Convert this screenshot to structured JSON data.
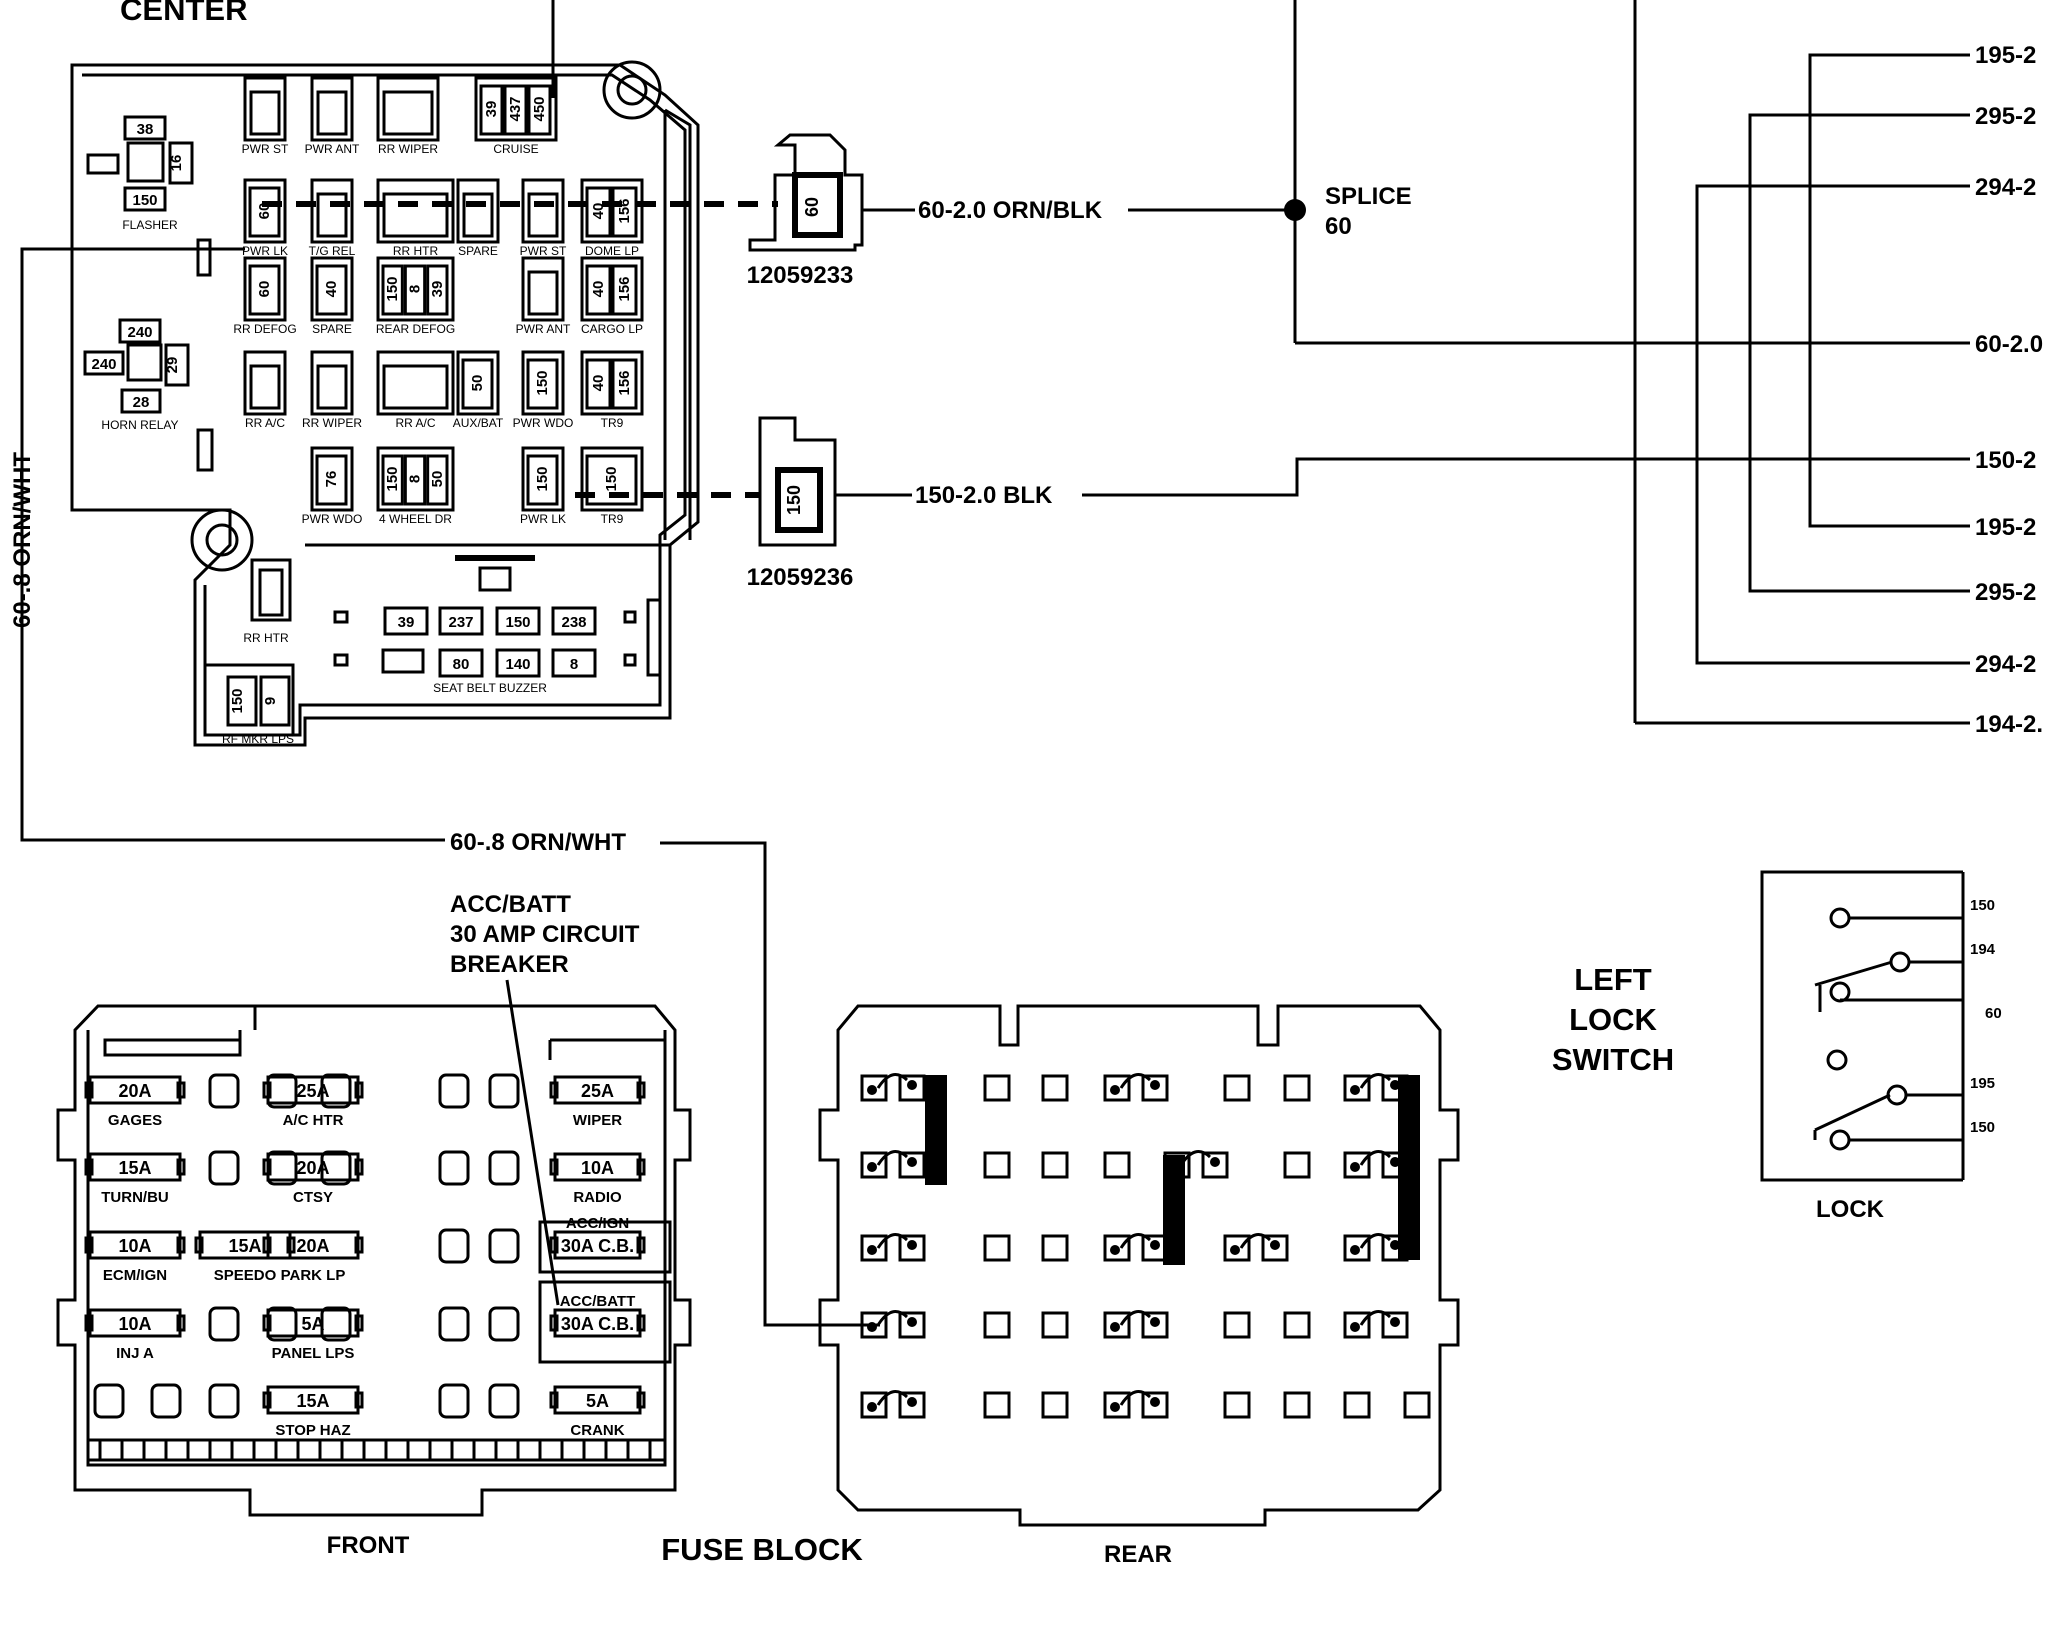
{
  "center_title": "CENTER",
  "relay_center": {
    "relays": [
      {
        "id": "38",
        "label": ""
      },
      {
        "id": "16",
        "label": ""
      },
      {
        "id": "150",
        "label": "FLASHER"
      },
      {
        "id": "240",
        "label": ""
      },
      {
        "id": "29",
        "label": ""
      },
      {
        "id": "28",
        "label": "HORN RELAY"
      }
    ],
    "rows": [
      [
        {
          "label": "PWR ST",
          "nums": []
        },
        {
          "label": "PWR ANT",
          "nums": []
        },
        {
          "label": "RR WIPER",
          "nums": []
        },
        {
          "label": "CRUISE",
          "nums": [
            "39",
            "437",
            "450"
          ]
        }
      ],
      [
        {
          "label": "PWR LK",
          "nums": [
            "60"
          ]
        },
        {
          "label": "T/G REL",
          "nums": []
        },
        {
          "label": "RR HTR",
          "nums": []
        },
        {
          "label": "SPARE",
          "nums": []
        },
        {
          "label": "PWR ST",
          "nums": []
        },
        {
          "label": "DOME LP",
          "nums": [
            "40",
            "156"
          ]
        }
      ],
      [
        {
          "label": "RR DEFOG",
          "nums": [
            "60"
          ]
        },
        {
          "label": "SPARE",
          "nums": [
            "40"
          ]
        },
        {
          "label": "REAR DEFOG",
          "nums": [
            "150",
            "8",
            "39"
          ]
        },
        {
          "label": "PWR ANT",
          "nums": []
        },
        {
          "label": "CARGO LP",
          "nums": [
            "40",
            "156"
          ]
        }
      ],
      [
        {
          "label": "RR A/C",
          "nums": []
        },
        {
          "label": "RR WIPER",
          "nums": []
        },
        {
          "label": "RR A/C",
          "nums": []
        },
        {
          "label": "AUX/BAT",
          "nums": [
            "50"
          ]
        },
        {
          "label": "PWR WDO",
          "nums": [
            "150"
          ]
        },
        {
          "label": "TR9",
          "nums": [
            "40",
            "156"
          ]
        }
      ],
      [
        {
          "label": "PWR WDO",
          "nums": [
            "76"
          ]
        },
        {
          "label": "4 WHEEL DR",
          "nums": [
            "150",
            "8",
            "50"
          ]
        },
        {
          "label": "PWR LK",
          "nums": [
            "150"
          ]
        },
        {
          "label": "TR9",
          "nums": [
            "150"
          ]
        }
      ]
    ],
    "rr_htr": "RR HTR",
    "rf_mkr": {
      "label": "RF MKR LPS",
      "nums": [
        "150",
        "9"
      ]
    },
    "seat_belt": {
      "label": "SEAT BELT BUZZER",
      "row1": [
        "39",
        "237",
        "150",
        "238"
      ],
      "row2": [
        "80",
        "140",
        "8"
      ]
    }
  },
  "connectors": [
    {
      "part": "12059233",
      "pin": "60",
      "wire": "60-2.0 ORN/BLK"
    },
    {
      "part": "12059236",
      "pin": "150",
      "wire": "150-2.0 BLK"
    }
  ],
  "splice": {
    "line1": "SPLICE",
    "line2": "60"
  },
  "left_wire": "60-.8 ORN/WHT",
  "bottom_wire": "60-.8 ORN/WHT",
  "right_wires": [
    "195-2",
    "295-2",
    "294-2",
    "60-2.0",
    "150-2",
    "195-2",
    "295-2",
    "294-2",
    "194-2."
  ],
  "breaker_note": [
    "ACC/BATT",
    "30 AMP CIRCUIT",
    "BREAKER"
  ],
  "fuse_block": {
    "title": "FUSE BLOCK",
    "front_label": "FRONT",
    "rear_label": "REAR",
    "fuses": [
      {
        "amp": "20A",
        "name": "GAGES"
      },
      {
        "amp": "25A",
        "name": "A/C HTR"
      },
      {
        "amp": "25A",
        "name": "WIPER"
      },
      {
        "amp": "15A",
        "name": "TURN/BU"
      },
      {
        "amp": "20A",
        "name": "CTSY"
      },
      {
        "amp": "10A",
        "name": "RADIO"
      },
      {
        "amp": "10A",
        "name": "ECM/IGN"
      },
      {
        "amp": "15A",
        "name": "SPEEDO"
      },
      {
        "amp": "20A",
        "name": "PARK LP"
      },
      {
        "amp": "30A C.B.",
        "name": "ACC/IGN"
      },
      {
        "amp": "10A",
        "name": "INJ A"
      },
      {
        "amp": "5A",
        "name": "PANEL LPS"
      },
      {
        "amp": "30A C.B.",
        "name": "ACC/BATT"
      },
      {
        "amp": "15A",
        "name": "STOP HAZ"
      },
      {
        "amp": "5A",
        "name": "CRANK"
      }
    ]
  },
  "lock_switch": {
    "title": [
      "LEFT",
      "LOCK",
      "SWITCH"
    ],
    "pins": [
      "150",
      "194",
      "60",
      "195",
      "150"
    ],
    "caption": "LOCK"
  }
}
